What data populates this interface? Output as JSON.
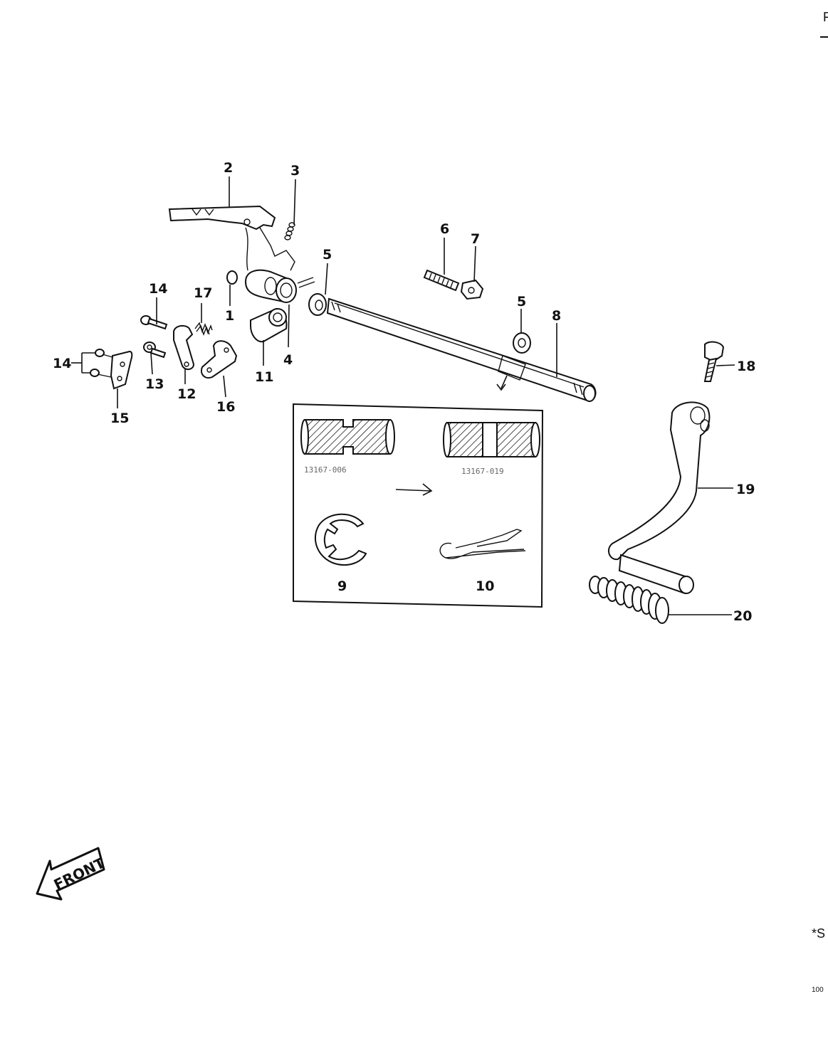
{
  "callouts": {
    "c1": "1",
    "c2": "2",
    "c3": "3",
    "c4": "4",
    "c5a": "5",
    "c5b": "5",
    "c6": "6",
    "c7": "7",
    "c8": "8",
    "c9": "9",
    "c10": "10",
    "c11": "11",
    "c12": "12",
    "c13": "13",
    "c14a": "14",
    "c14b": "14",
    "c15": "15",
    "c16": "16",
    "c17": "17",
    "c18": "18",
    "c19": "19",
    "c20": "20"
  },
  "inset": {
    "code_left": "13167-006",
    "code_right": "13167-019"
  },
  "front_label": "FRONT",
  "edge_text": {
    "top_right": "F",
    "bottom_right": "*S",
    "bottom_small": "100"
  }
}
